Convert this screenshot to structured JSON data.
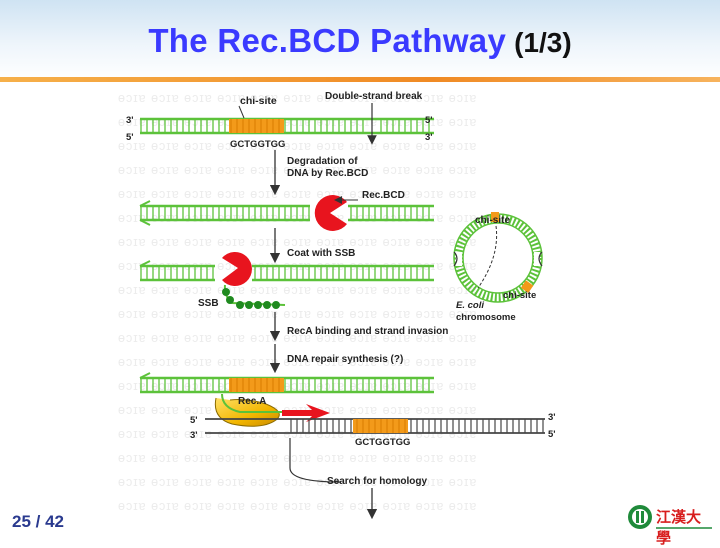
{
  "slide": {
    "title_main": "The Rec.BCD Pathway",
    "title_part": "(1/3)",
    "page_number": "25 / 42",
    "logo_text": "江漢大學"
  },
  "diagram": {
    "labels": {
      "chi_site_top": "chi-site",
      "double_strand_break": "Double-strand break",
      "end_3_left": "3'",
      "end_5_left": "5'",
      "end_5_right": "5'",
      "end_3_right": "3'",
      "chi_sequence_top": "GCTGGTGG",
      "degradation_line1": "Degradation of",
      "degradation_line2": "DNA by Rec.BCD",
      "recbcd": "Rec.BCD",
      "coat_ssb": "Coat with SSB",
      "ssb": "SSB",
      "chi_site_circle": "chi-site",
      "chi_site_chrom": "chi-site",
      "ecoli": "E. coli",
      "chromosome": "chromosome",
      "reca_binding": "RecA binding and strand invasion",
      "dna_repair": "DNA repair synthesis (?)",
      "reca": "Rec.A",
      "bottom_5_left": "5'",
      "bottom_3_left": "3'",
      "bottom_3_right": "3'",
      "bottom_5_right": "5'",
      "chi_sequence_bottom": "GCTGGTGG",
      "search_homology": "Search for homology"
    },
    "colors": {
      "dna_strand": "#5cc23a",
      "chi_site": "#f39a1a",
      "recbcd": "#e8141e",
      "ssb": "#1f8a1f",
      "reca": "#f2b600",
      "arrow": "#333333",
      "title": "#3a3aff",
      "accent_rule": "#f08a24"
    }
  }
}
